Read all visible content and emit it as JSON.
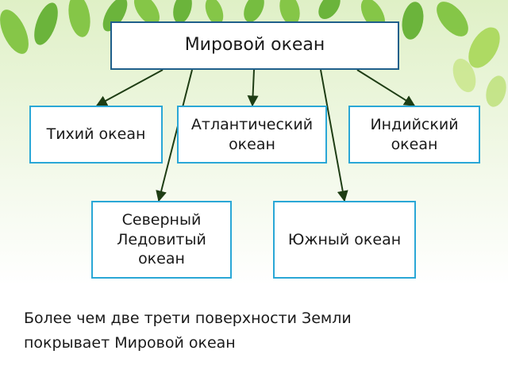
{
  "diagram": {
    "root": "Мировой океан",
    "children": [
      {
        "id": "pacific",
        "lines": [
          "Тихий океан"
        ]
      },
      {
        "id": "atlantic",
        "lines": [
          "Атлантический",
          "океан"
        ]
      },
      {
        "id": "indian",
        "lines": [
          "Индийский",
          "океан"
        ]
      },
      {
        "id": "arctic",
        "lines": [
          "Северный",
          "Ледовитый",
          "океан"
        ]
      },
      {
        "id": "southern",
        "lines": [
          "Южный океан"
        ]
      }
    ]
  },
  "caption": [
    "Более чем две трети поверхности Земли",
    "покрывает Мировой океан"
  ],
  "colors": {
    "box_border": "#2aa7d6",
    "root_border": "#1f5f8b",
    "arrow": "#1e3d14",
    "leaf": "#8cc83a"
  }
}
